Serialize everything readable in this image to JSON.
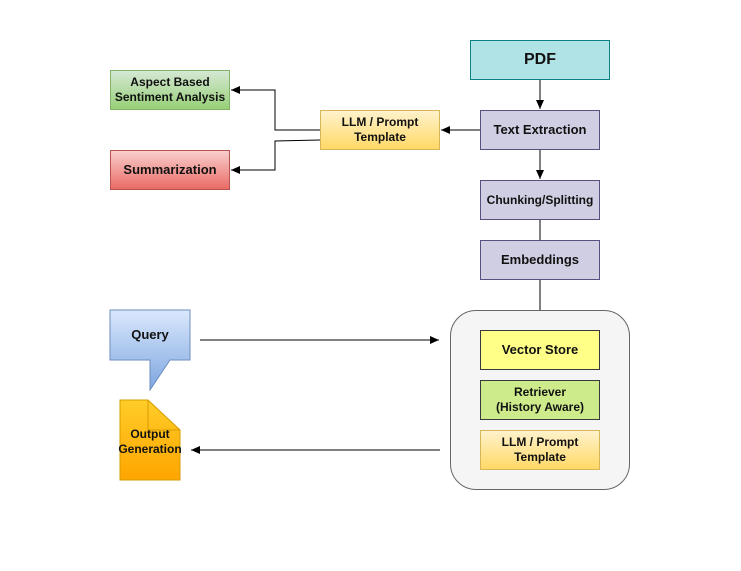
{
  "nodes": {
    "pdf": "PDF",
    "text_extraction": "Text Extraction",
    "chunking": "Chunking/Splitting",
    "embeddings": "Embeddings",
    "llm_prompt_top": [
      "LLM / Prompt",
      "Template"
    ],
    "aspect_sentiment": [
      "Aspect Based",
      "Sentiment Analysis"
    ],
    "summarization": "Summarization",
    "query": "Query",
    "output_generation": [
      "Output",
      "Generation"
    ],
    "vector_store": "Vector Store",
    "retriever": [
      "Retriever",
      "(History Aware)"
    ],
    "llm_prompt_inner": [
      "LLM / Prompt",
      "Template"
    ]
  },
  "colors": {
    "pdf_fill": "#b0e3e6",
    "process_fill": "#d0cee2",
    "llm_fill": "#fff2cc",
    "absa_fill": "#d5e8d4",
    "summarization_fill": "#f8cecc",
    "query_fill": "#dae8fc",
    "output_fill": "#ffcd28",
    "vector_store_fill": "#ffff88",
    "retriever_fill": "#cdeb8b",
    "container_fill": "#f5f5f5",
    "edge": "#000000"
  }
}
